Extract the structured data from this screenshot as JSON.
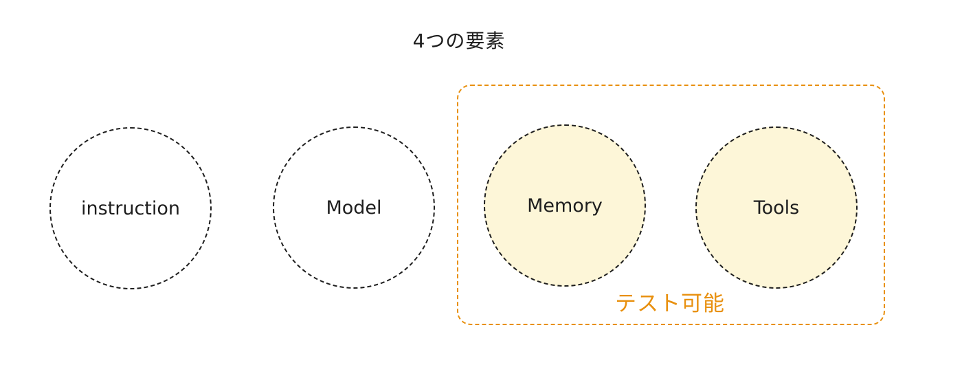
{
  "title": "4つの要素",
  "nodes": [
    {
      "label": "instruction",
      "highlighted": false
    },
    {
      "label": "Model",
      "highlighted": false
    },
    {
      "label": "Memory",
      "highlighted": true
    },
    {
      "label": "Tools",
      "highlighted": true
    }
  ],
  "group": {
    "label": "テスト可能",
    "color": "#e8900f"
  },
  "colors": {
    "node_border": "#1e1e1e",
    "highlight_fill": "#fdf6d8",
    "text": "#1e1e1e"
  }
}
